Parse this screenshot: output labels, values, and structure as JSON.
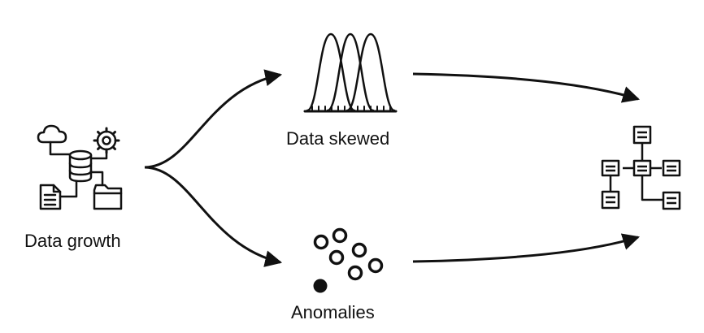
{
  "nodes": {
    "data_growth": {
      "label": "Data growth",
      "icon": "database-cloud-gear-documents-icon"
    },
    "data_skewed": {
      "label": "Data skewed",
      "icon": "distribution-curves-icon"
    },
    "anomalies": {
      "label": "Anomalies",
      "icon": "anomaly-points-icon"
    },
    "target": {
      "label": "",
      "icon": "hierarchy-tree-icon"
    }
  },
  "edges": [
    {
      "from": "data_growth",
      "to": "data_skewed"
    },
    {
      "from": "data_growth",
      "to": "anomalies"
    },
    {
      "from": "data_skewed",
      "to": "target"
    },
    {
      "from": "anomalies",
      "to": "target"
    }
  ],
  "colors": {
    "stroke": "#111111",
    "background": "#ffffff"
  }
}
